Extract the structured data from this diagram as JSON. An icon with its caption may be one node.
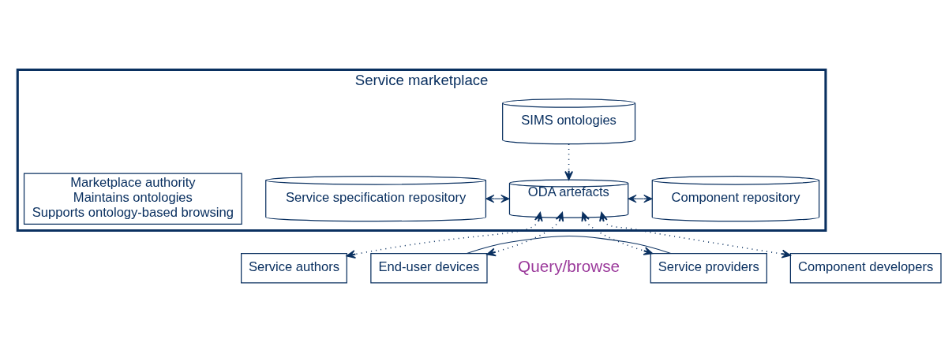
{
  "diagram": {
    "nodes": [
      {
        "text": [
          "Service marketplace"
        ]
      },
      {
        "text": [
          "Marketplace authority",
          "Maintains ontologies",
          "Supports ontology-based browsing"
        ],
        "in": 0
      },
      {
        "text": [
          "SIMS ontologies"
        ],
        "in": 0
      },
      {
        "text": [
          "Service specification repository"
        ],
        "in": 0
      },
      {
        "text": [
          "ODA artefacts"
        ],
        "in": 0
      },
      {
        "text": [
          "Component repository"
        ],
        "in": 0
      },
      {
        "text": [
          "Service authors"
        ]
      },
      {
        "text": [
          "End-user devices"
        ]
      },
      {
        "text": [
          "Service providers"
        ]
      },
      {
        "text": [
          "Component developers"
        ]
      }
    ],
    "edges": [
      {
        "from": 2,
        "to": 4,
        "arrow": "to",
        "style": "dashed"
      },
      {
        "from": 3,
        "to": 4,
        "arrow": "both"
      },
      {
        "from": 4,
        "to": 5,
        "arrow": "both"
      },
      {
        "from": 4,
        "to": 6,
        "arrow": "both",
        "style": "dashed"
      },
      {
        "from": 4,
        "to": 7,
        "arrow": "both",
        "style": "dashed"
      },
      {
        "from": 4,
        "to": 8,
        "arrow": "both",
        "style": "dashed"
      },
      {
        "from": 4,
        "to": 9,
        "arrow": "both",
        "style": "dashed"
      },
      {
        "from": 7,
        "to": 8,
        "arrow": "none"
      }
    ],
    "labels": [
      "Query/browse"
    ]
  }
}
